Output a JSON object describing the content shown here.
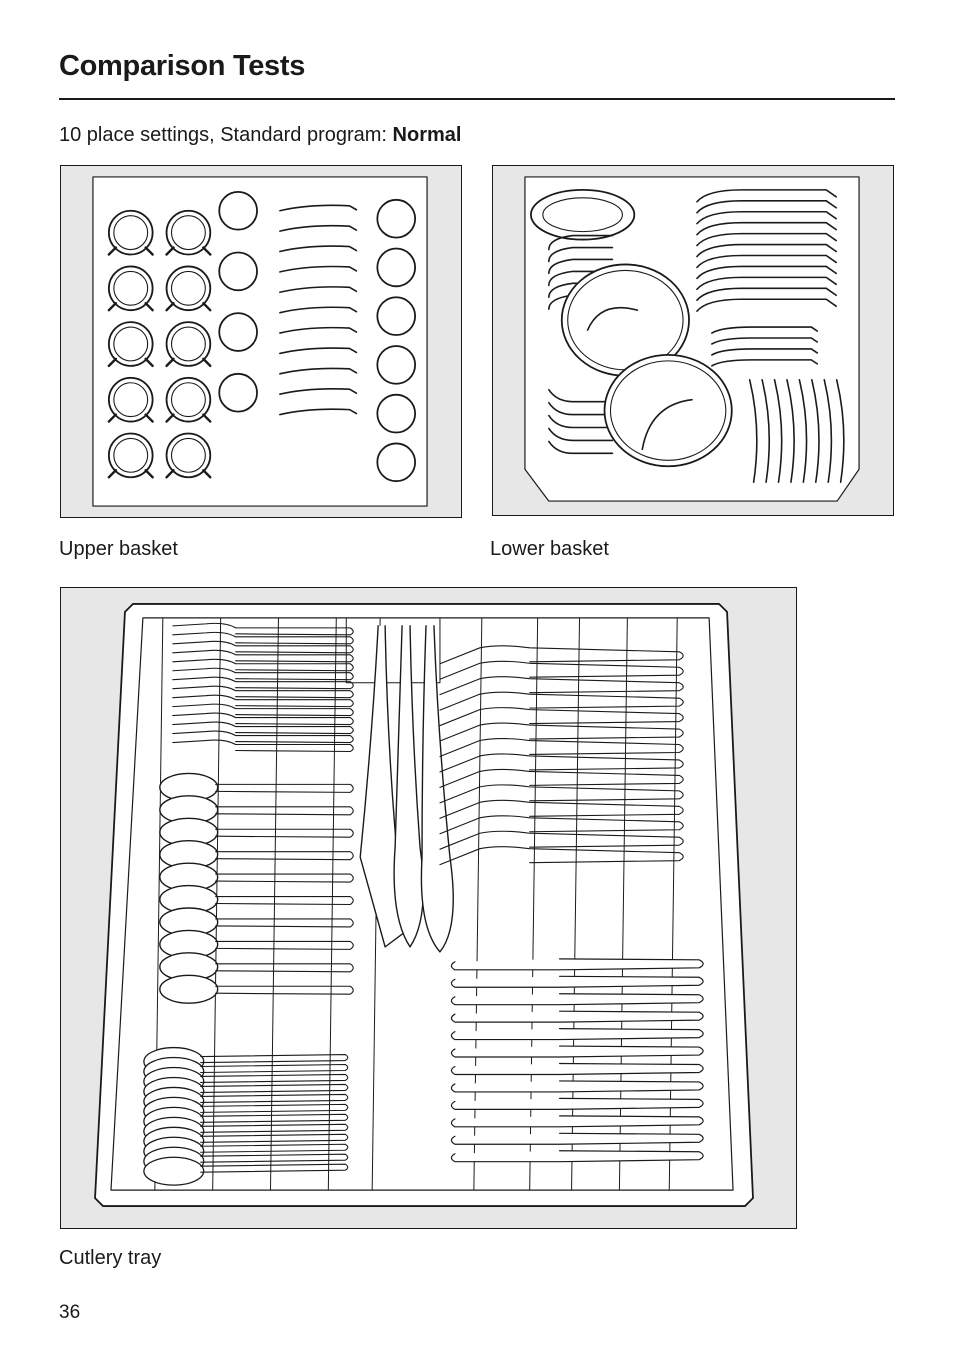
{
  "page": {
    "title": "Comparison Tests",
    "subtitle_prefix": "10 place settings, Standard program: ",
    "subtitle_program": "Normal",
    "page_number": "36"
  },
  "figures": {
    "upper_basket": {
      "caption": "Upper basket"
    },
    "lower_basket": {
      "caption": "Lower basket"
    },
    "cutlery_tray": {
      "caption": "Cutlery tray"
    }
  },
  "colors": {
    "ink": "#1a1a1a",
    "figure_background": "#e7e7e7",
    "paper": "#ffffff"
  }
}
